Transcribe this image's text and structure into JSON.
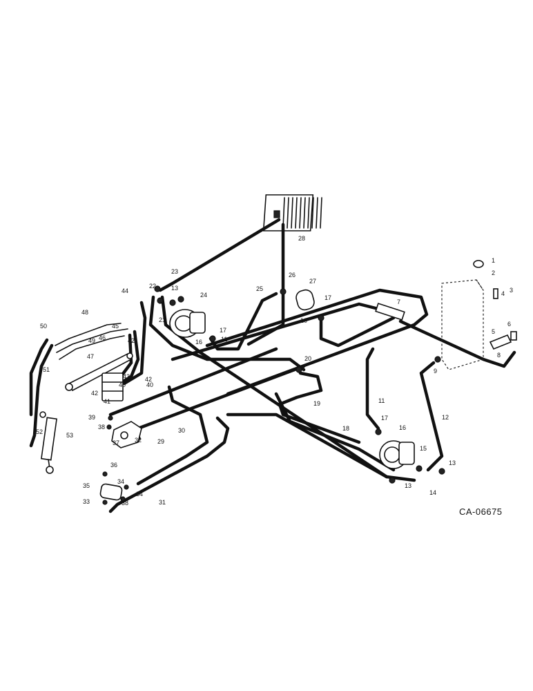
{
  "drawing_code": "CA-06675",
  "callouts": [
    "1",
    "2",
    "3",
    "4",
    "5",
    "6",
    "7",
    "8",
    "9",
    "10",
    "11",
    "11",
    "12",
    "13",
    "13",
    "13",
    "14",
    "15",
    "16",
    "16",
    "17",
    "17",
    "17",
    "18",
    "19",
    "20",
    "21",
    "22",
    "23",
    "24",
    "25",
    "26",
    "27",
    "28",
    "29",
    "30",
    "31",
    "32",
    "33",
    "34",
    "34",
    "35",
    "36",
    "37",
    "38",
    "38",
    "39",
    "40",
    "40",
    "41",
    "42",
    "42",
    "42",
    "43",
    "44",
    "45",
    "46",
    "47",
    "48",
    "49",
    "50",
    "51",
    "52",
    "53"
  ]
}
